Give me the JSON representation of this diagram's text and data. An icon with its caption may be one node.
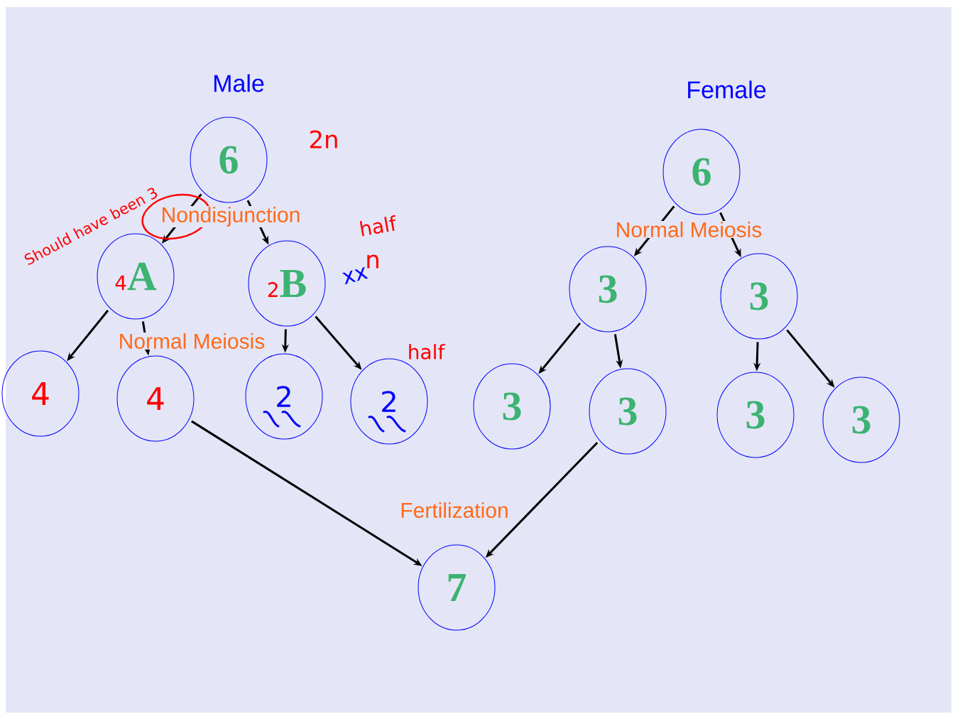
{
  "diagram": {
    "nodes": [
      {
        "text": [
          "6"
        ]
      },
      {
        "text": [
          "6"
        ]
      },
      {
        "text": [
          "4",
          "A"
        ]
      },
      {
        "text": [
          "2",
          "B"
        ],
        "beside": [
          "xx"
        ]
      },
      {
        "text": [
          "3"
        ]
      },
      {
        "text": [
          "3"
        ]
      },
      {
        "text": [
          "4"
        ]
      },
      {
        "text": [
          "4"
        ]
      },
      {
        "text": [
          "2"
        ]
      },
      {
        "text": [
          "2"
        ]
      },
      {
        "text": [
          "3"
        ]
      },
      {
        "text": [
          "3"
        ]
      },
      {
        "text": [
          "3"
        ]
      },
      {
        "text": [
          "3"
        ]
      },
      {
        "text": [
          "7"
        ]
      }
    ],
    "edges": [
      {
        "from": 0,
        "to": 2,
        "arrow": "to"
      },
      {
        "from": 0,
        "to": 3,
        "arrow": "to"
      },
      {
        "from": 2,
        "to": 6,
        "arrow": "to"
      },
      {
        "from": 2,
        "to": 7,
        "arrow": "to"
      },
      {
        "from": 3,
        "to": 8,
        "arrow": "to"
      },
      {
        "from": 3,
        "to": 9,
        "arrow": "to"
      },
      {
        "from": 1,
        "to": 4,
        "arrow": "to"
      },
      {
        "from": 1,
        "to": 5,
        "arrow": "to"
      },
      {
        "from": 4,
        "to": 10,
        "arrow": "to"
      },
      {
        "from": 4,
        "to": 11,
        "arrow": "to"
      },
      {
        "from": 5,
        "to": 12,
        "arrow": "to"
      },
      {
        "from": 5,
        "to": 13,
        "arrow": "to"
      },
      {
        "from": 7,
        "to": 14,
        "arrow": "to"
      },
      {
        "from": 11,
        "to": 14,
        "arrow": "to"
      }
    ],
    "labels": [
      "Male",
      "Female",
      "2n",
      "Should have been 3",
      "Nondisjunction",
      "half",
      "n",
      "Normal Meiosis",
      "half",
      "Normal Meiosis",
      "Fertilization"
    ]
  }
}
